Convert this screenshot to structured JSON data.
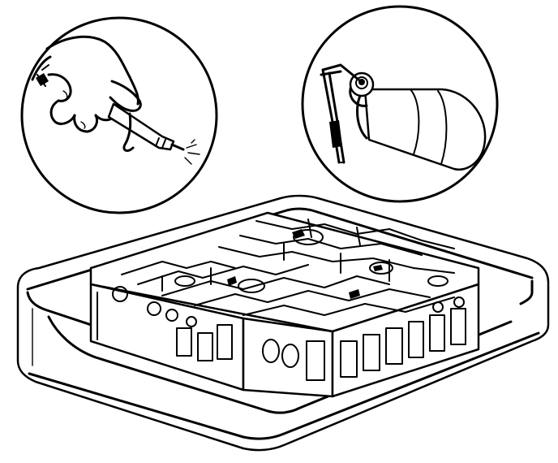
{
  "figure": {
    "colors": {
      "ink": "#000000",
      "paper": "#ffffff"
    },
    "panels": [
      {
        "name": "inset-air-nozzle",
        "icon": "air-blow-nozzle-icon"
      },
      {
        "name": "inset-solvent-bottle",
        "icon": "solvent-bottle-icon"
      },
      {
        "name": "main-valve-body-in-tray",
        "icon": "valve-body-icon"
      }
    ]
  }
}
